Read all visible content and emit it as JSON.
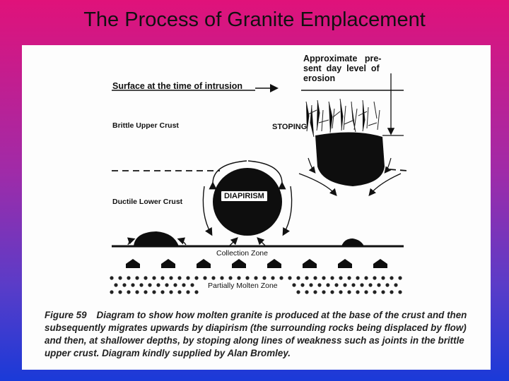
{
  "slide": {
    "title": "The Process of Granite Emplacement"
  },
  "diagram": {
    "labels": {
      "surface": "Surface at the time of intrusion",
      "erosion_line1": "Approximate   pre-",
      "erosion_line2": "sent  day  level  of",
      "erosion_line3": "erosion",
      "upper_crust": "Brittle Upper Crust",
      "stoping": "STOPING",
      "lower_crust": "Ductile Lower Crust",
      "diapirism": "DIAPIRISM",
      "collection_zone": "Collection Zone",
      "molten_zone": "Partially Molten Zone"
    },
    "caption": {
      "figure_number": "Figure 59",
      "text": "Diagram to show how molten granite is produced at the base of the crust and then subsequently migrates upwards by diapirism (the surrounding rocks being displaced by flow) and then, at shallower depths, by stoping along lines of weakness such as joints in the brittle upper crust.  Diagram kindly supplied by Alan Bromley."
    }
  }
}
